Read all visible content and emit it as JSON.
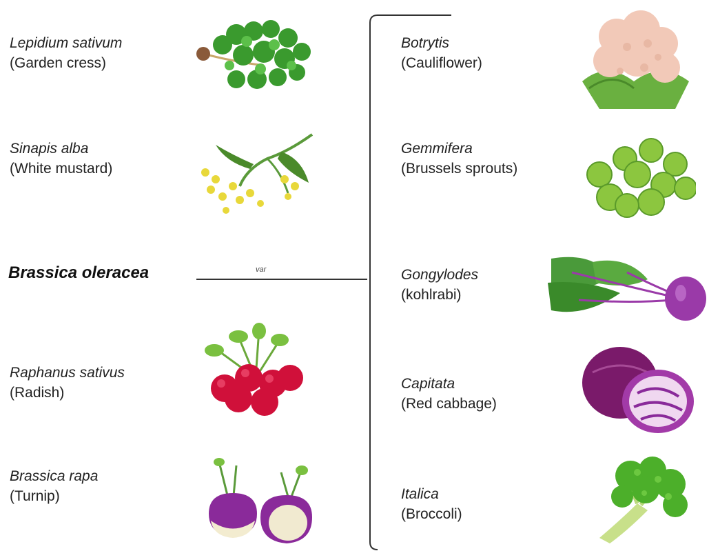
{
  "center": {
    "name": "Brassica oleracea",
    "connector_label": "var"
  },
  "relatives": [
    {
      "scientific": "Lepidium sativum",
      "common": "(Garden cress)",
      "icon": "garden-cress-illustration"
    },
    {
      "scientific": "Sinapis alba",
      "common": "(White mustard)",
      "icon": "white-mustard-illustration"
    },
    {
      "scientific": "Raphanus sativus",
      "common": "(Radish)",
      "icon": "radish-illustration"
    },
    {
      "scientific": "Brassica rapa",
      "common": "(Turnip)",
      "icon": "turnip-illustration"
    }
  ],
  "varieties": [
    {
      "scientific": "Botrytis",
      "common": "(Cauliflower)",
      "icon": "cauliflower-illustration"
    },
    {
      "scientific": "Gemmifera",
      "common": "(Brussels sprouts)",
      "icon": "brussels-sprouts-illustration"
    },
    {
      "scientific": "Gongylodes",
      "common": "(kohlrabi)",
      "icon": "kohlrabi-illustration"
    },
    {
      "scientific": "Capitata",
      "common": "(Red cabbage)",
      "icon": "red-cabbage-illustration"
    },
    {
      "scientific": "Italica",
      "common": "(Broccoli)",
      "icon": "broccoli-illustration"
    }
  ],
  "colors": {
    "line": "#333333",
    "leaf_green": "#3a9a2e",
    "mustard_yellow": "#e8d83a",
    "radish_red": "#d0103a",
    "turnip_purple": "#8a2a9a",
    "cauliflower": "#f2c9b8",
    "sprout_green": "#8cc63f",
    "kohlrabi_purple": "#9a3aa8",
    "cabbage_purple": "#7a1a6a",
    "broccoli_green": "#4caf2a"
  }
}
